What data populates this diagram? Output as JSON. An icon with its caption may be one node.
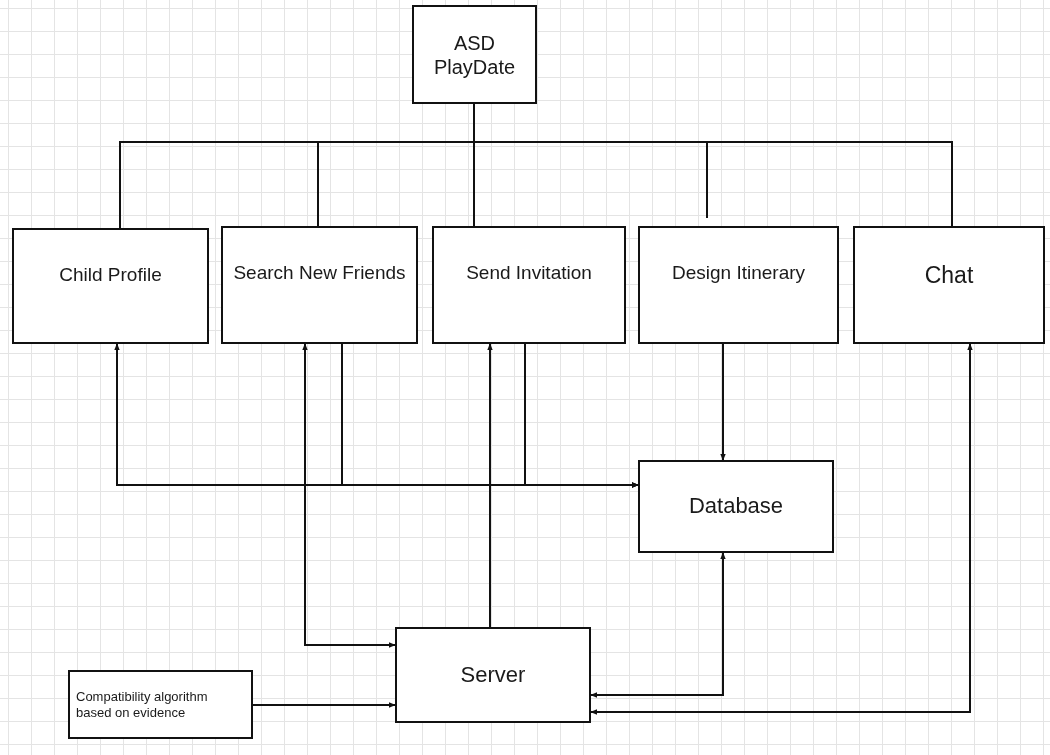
{
  "diagram": {
    "nodes": [
      {
        "text": [
          "ASD PlayDate"
        ]
      },
      {
        "text": [
          "Child Profile"
        ]
      },
      {
        "text": [
          "Search New Friends"
        ]
      },
      {
        "text": [
          "Send Invitation"
        ]
      },
      {
        "text": [
          "Design Itinerary"
        ]
      },
      {
        "text": [
          "Chat"
        ]
      },
      {
        "text": [
          "Database"
        ]
      },
      {
        "text": [
          "Compatibility algorithm based on evidence"
        ]
      },
      {
        "text": [
          "Server"
        ]
      }
    ],
    "edges": [
      {
        "from": 0,
        "to": 1,
        "arrow": "none"
      },
      {
        "from": 0,
        "to": 2,
        "arrow": "none"
      },
      {
        "from": 0,
        "to": 3,
        "arrow": "none"
      },
      {
        "from": 0,
        "to": 4,
        "arrow": "none"
      },
      {
        "from": 0,
        "to": 5,
        "arrow": "none"
      },
      {
        "from": 1,
        "to": 6,
        "arrow": "both"
      },
      {
        "from": 2,
        "to": 6,
        "arrow": "to"
      },
      {
        "from": 3,
        "to": 6,
        "arrow": "to"
      },
      {
        "from": 4,
        "to": 6,
        "arrow": "to"
      },
      {
        "from": 2,
        "to": 8,
        "arrow": "both"
      },
      {
        "from": 8,
        "to": 3,
        "arrow": "to"
      },
      {
        "from": 8,
        "to": 6,
        "arrow": "both"
      },
      {
        "from": 5,
        "to": 8,
        "arrow": "both"
      },
      {
        "from": 7,
        "to": 8,
        "arrow": "to"
      }
    ]
  }
}
